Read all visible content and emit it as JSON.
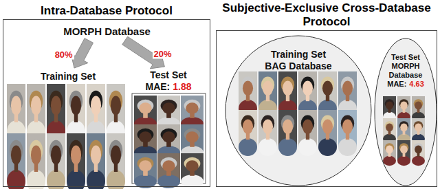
{
  "diagram": {
    "nodes": [
      {
        "text": [
          "Intra-Database Protocol"
        ]
      },
      {
        "text": [
          "MORPH Database"
        ],
        "in": 0
      },
      {
        "text": [
          "Training Set"
        ],
        "in": 0
      },
      {
        "text": [
          "Test Set",
          "MAE:",
          "1.88"
        ],
        "in": 0
      },
      {
        "text": [
          "Subjective-Exclusive Cross-Database Protocol"
        ]
      },
      {
        "text": [
          "Training Set",
          "BAG Database"
        ],
        "in": 4
      },
      {
        "text": [
          "Test Set",
          "MORPH Database",
          "MAE:",
          "4.63"
        ],
        "in": 4
      }
    ],
    "edges": [
      {
        "from": 1,
        "to": 2,
        "arrow": "to",
        "label": "80%"
      },
      {
        "from": 1,
        "to": 3,
        "arrow": "to",
        "label": "20%"
      }
    ]
  }
}
